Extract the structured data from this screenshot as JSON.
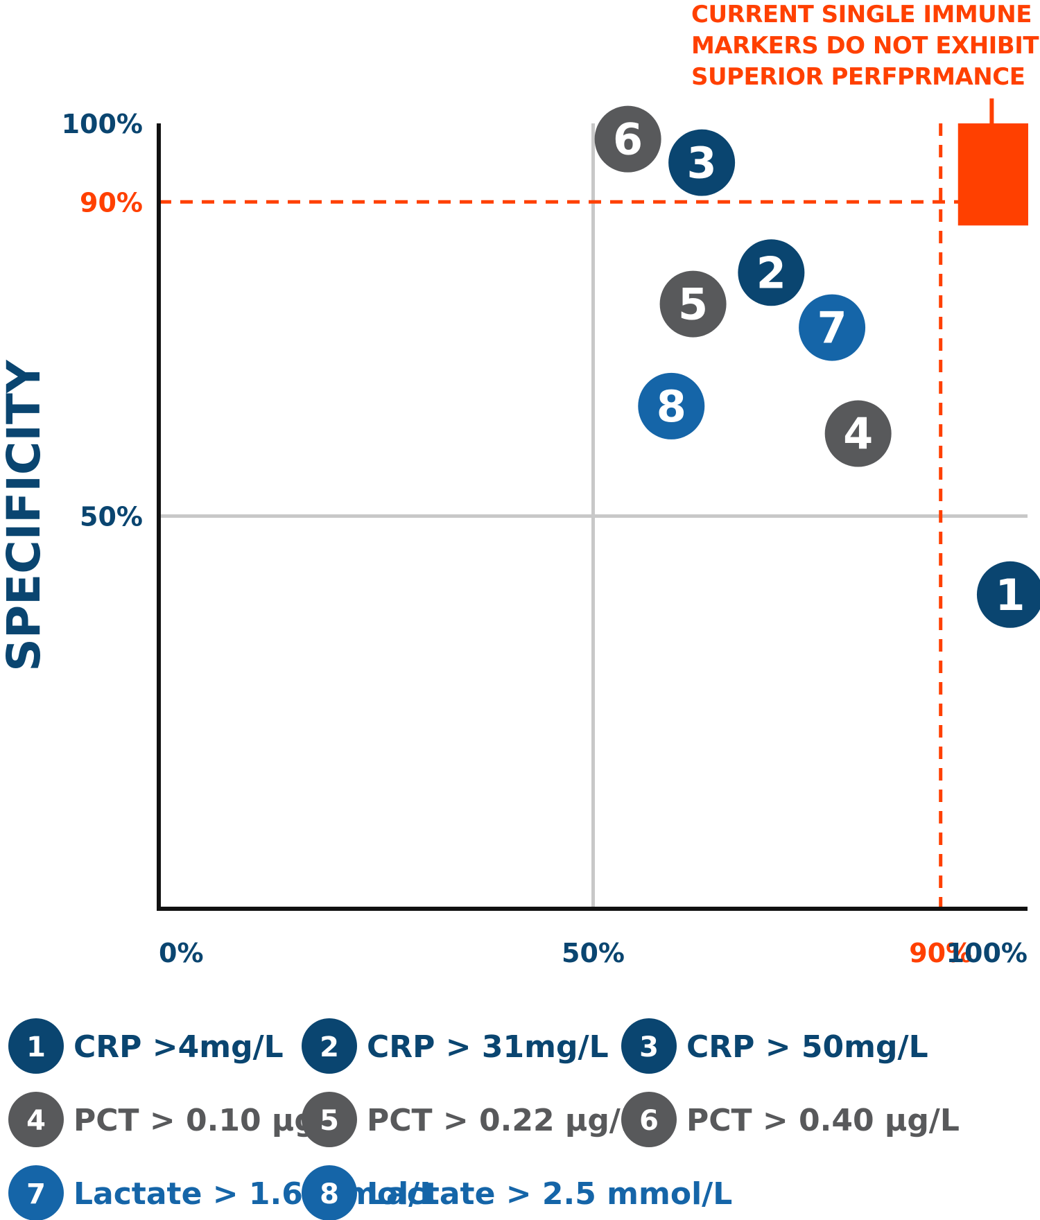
{
  "colors": {
    "navy": "#0a4570",
    "blue": "#1565a8",
    "gray": "#58595b",
    "orange": "#ff4000",
    "axis": "#111111",
    "grid": "#c8c8c8"
  },
  "chart_data": {
    "type": "scatter",
    "title": "",
    "xlabel": "",
    "ylabel": "SPECIFICITY",
    "xlim": [
      0,
      100
    ],
    "ylim": [
      0,
      100
    ],
    "x_ticks": [
      {
        "value": 0,
        "label": "0%",
        "color": "navy"
      },
      {
        "value": 50,
        "label": "50%",
        "color": "navy"
      },
      {
        "value": 90,
        "label": "90%",
        "color": "orange"
      },
      {
        "value": 100,
        "label": "100%",
        "color": "navy"
      }
    ],
    "y_ticks": [
      {
        "value": 100,
        "label": "100%",
        "color": "navy"
      },
      {
        "value": 90,
        "label": "90%",
        "color": "orange"
      },
      {
        "value": 50,
        "label": "50%",
        "color": "navy"
      }
    ],
    "gridlines": {
      "x": [
        50
      ],
      "y": [
        50
      ]
    },
    "thresholds": {
      "x": 90,
      "y": 90
    },
    "target_region": {
      "x": [
        92,
        100
      ],
      "y": [
        87,
        100
      ]
    },
    "annotation": {
      "lines": [
        "CURRENT SINGLE IMMUNE",
        "MARKERS DO NOT EXHIBIT",
        "SUPERIOR PERFPRMANCE"
      ]
    },
    "points": [
      {
        "id": "1",
        "label": "CRP >4mg/L",
        "x": 98,
        "y": 40,
        "color": "navy"
      },
      {
        "id": "2",
        "label": "CRP > 31mg/L",
        "x": 70.5,
        "y": 81,
        "color": "navy"
      },
      {
        "id": "3",
        "label": "CRP > 50mg/L",
        "x": 62.5,
        "y": 95,
        "color": "navy"
      },
      {
        "id": "4",
        "label": "PCT > 0.10 µg/L",
        "x": 80.5,
        "y": 60.5,
        "color": "gray"
      },
      {
        "id": "5",
        "label": "PCT > 0.22 µg/L",
        "x": 61.5,
        "y": 77,
        "color": "gray"
      },
      {
        "id": "6",
        "label": "PCT > 0.40 µg/L",
        "x": 54,
        "y": 98,
        "color": "gray"
      },
      {
        "id": "7",
        "label": "Lactate > 1.6 mmol/L",
        "x": 77.5,
        "y": 74,
        "color": "blue"
      },
      {
        "id": "8",
        "label": "Lactate > 2.5 mmol/L",
        "x": 59,
        "y": 64,
        "color": "blue"
      }
    ]
  }
}
